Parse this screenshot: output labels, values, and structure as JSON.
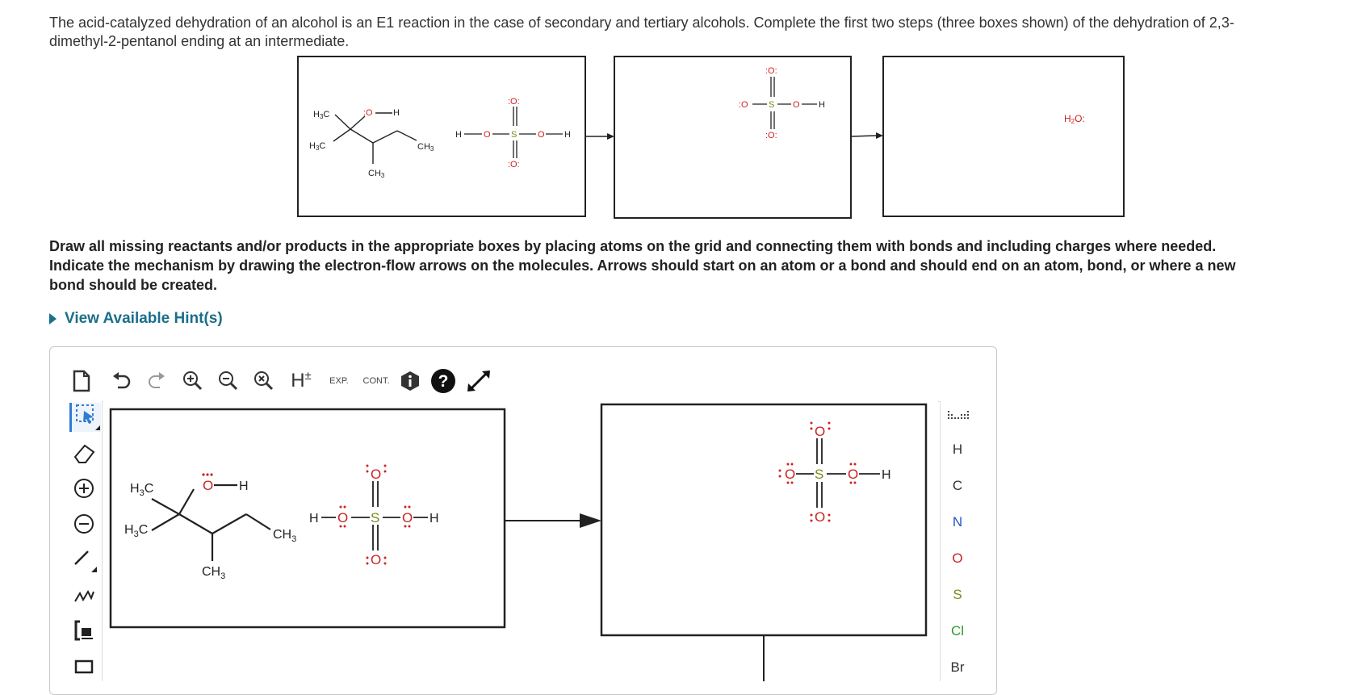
{
  "question": {
    "line1": "The acid-catalyzed dehydration of an alcohol is an E1 reaction in the case of secondary and tertiary alcohols. Complete the first two steps (three boxes shown) of the dehydration of 2,3-",
    "line2": "dimethyl-2-pentanol ending at an intermediate."
  },
  "instructions": {
    "line1": "Draw all missing reactants and/or products in the appropriate boxes by placing atoms on the grid and connecting them with bonds and including charges where needed.",
    "line2": "Indicate the mechanism by drawing the electron-flow arrows on the molecules. Arrows should start on an atom or a bond and should end on an atom, bond, or where a new",
    "line3": "bond should be created."
  },
  "hint": {
    "label": "View Available Hint(s)"
  },
  "toolbar": {
    "h_label": "H",
    "h_sup": "±",
    "exp_label": "EXP.",
    "cont_label": "CONT."
  },
  "elements": [
    "H",
    "C",
    "N",
    "O",
    "S",
    "Cl",
    "Br"
  ],
  "element_colors": {
    "H": "#333333",
    "C": "#333333",
    "N": "#2255cc",
    "O": "#cc2222",
    "S": "#7a8a1a",
    "Cl": "#2a9a2a",
    "Br": "#333333"
  },
  "molecules": {
    "methyl_label": "CH",
    "methyl_sub": "3",
    "h3c_label": "H",
    "h3c_sub": "3",
    "h3c_c": "C",
    "oh_o": "O",
    "h": "H",
    "s": "S",
    "o": "O",
    "water_h": "H",
    "water_sub": "2",
    "water_o": "O"
  },
  "colors": {
    "oxygen": "#cc2222",
    "sulfur": "#7a8a1a",
    "bond": "#222222",
    "hint": "#1a6f8a"
  }
}
